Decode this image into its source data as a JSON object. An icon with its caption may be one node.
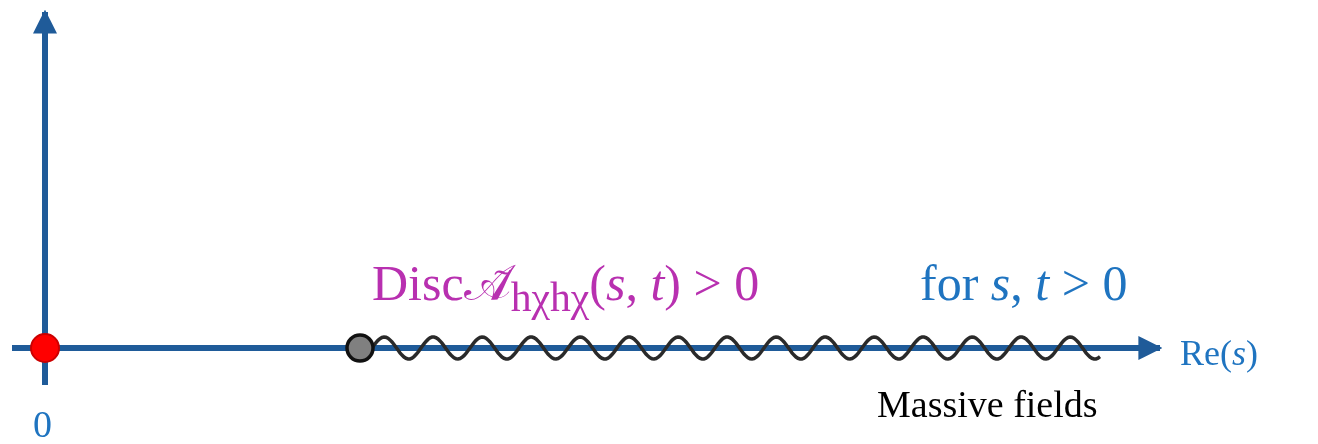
{
  "diagram": {
    "labels": [
      "Disc𝒜̃$_{hχhχ}$(*s*, *t*) > 0",
      "for *s*, *t* > 0",
      "Re(*s*)",
      "0",
      "Massive fields"
    ]
  }
}
